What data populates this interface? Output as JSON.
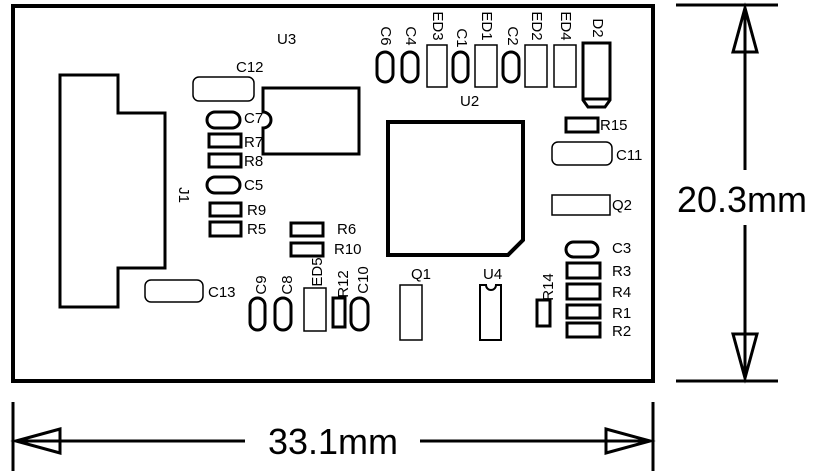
{
  "dimensions": {
    "height": "20.3mm",
    "width": "33.1mm"
  },
  "components": {
    "J1": "J1",
    "U3": "U3",
    "U2": "U2",
    "U4": "U4",
    "Q1": "Q1",
    "Q2": "Q2",
    "D2": "D2",
    "C1": "C1",
    "C2": "C2",
    "C3": "C3",
    "C4": "C4",
    "C5": "C5",
    "C6": "C6",
    "C7": "C7",
    "C8": "C8",
    "C9": "C9",
    "C10": "C10",
    "C11": "C11",
    "C12": "C12",
    "C13": "C13",
    "R1": "R1",
    "R2": "R2",
    "R3": "R3",
    "R4": "R4",
    "R5": "R5",
    "R6": "R6",
    "R7": "R7",
    "R8": "R8",
    "R9": "R9",
    "R10": "R10",
    "R12": "R12",
    "R14": "R14",
    "R15": "R15",
    "ED1": "ED1",
    "ED2": "ED2",
    "ED3": "ED3",
    "ED4": "ED4",
    "ED5": "ED5"
  }
}
